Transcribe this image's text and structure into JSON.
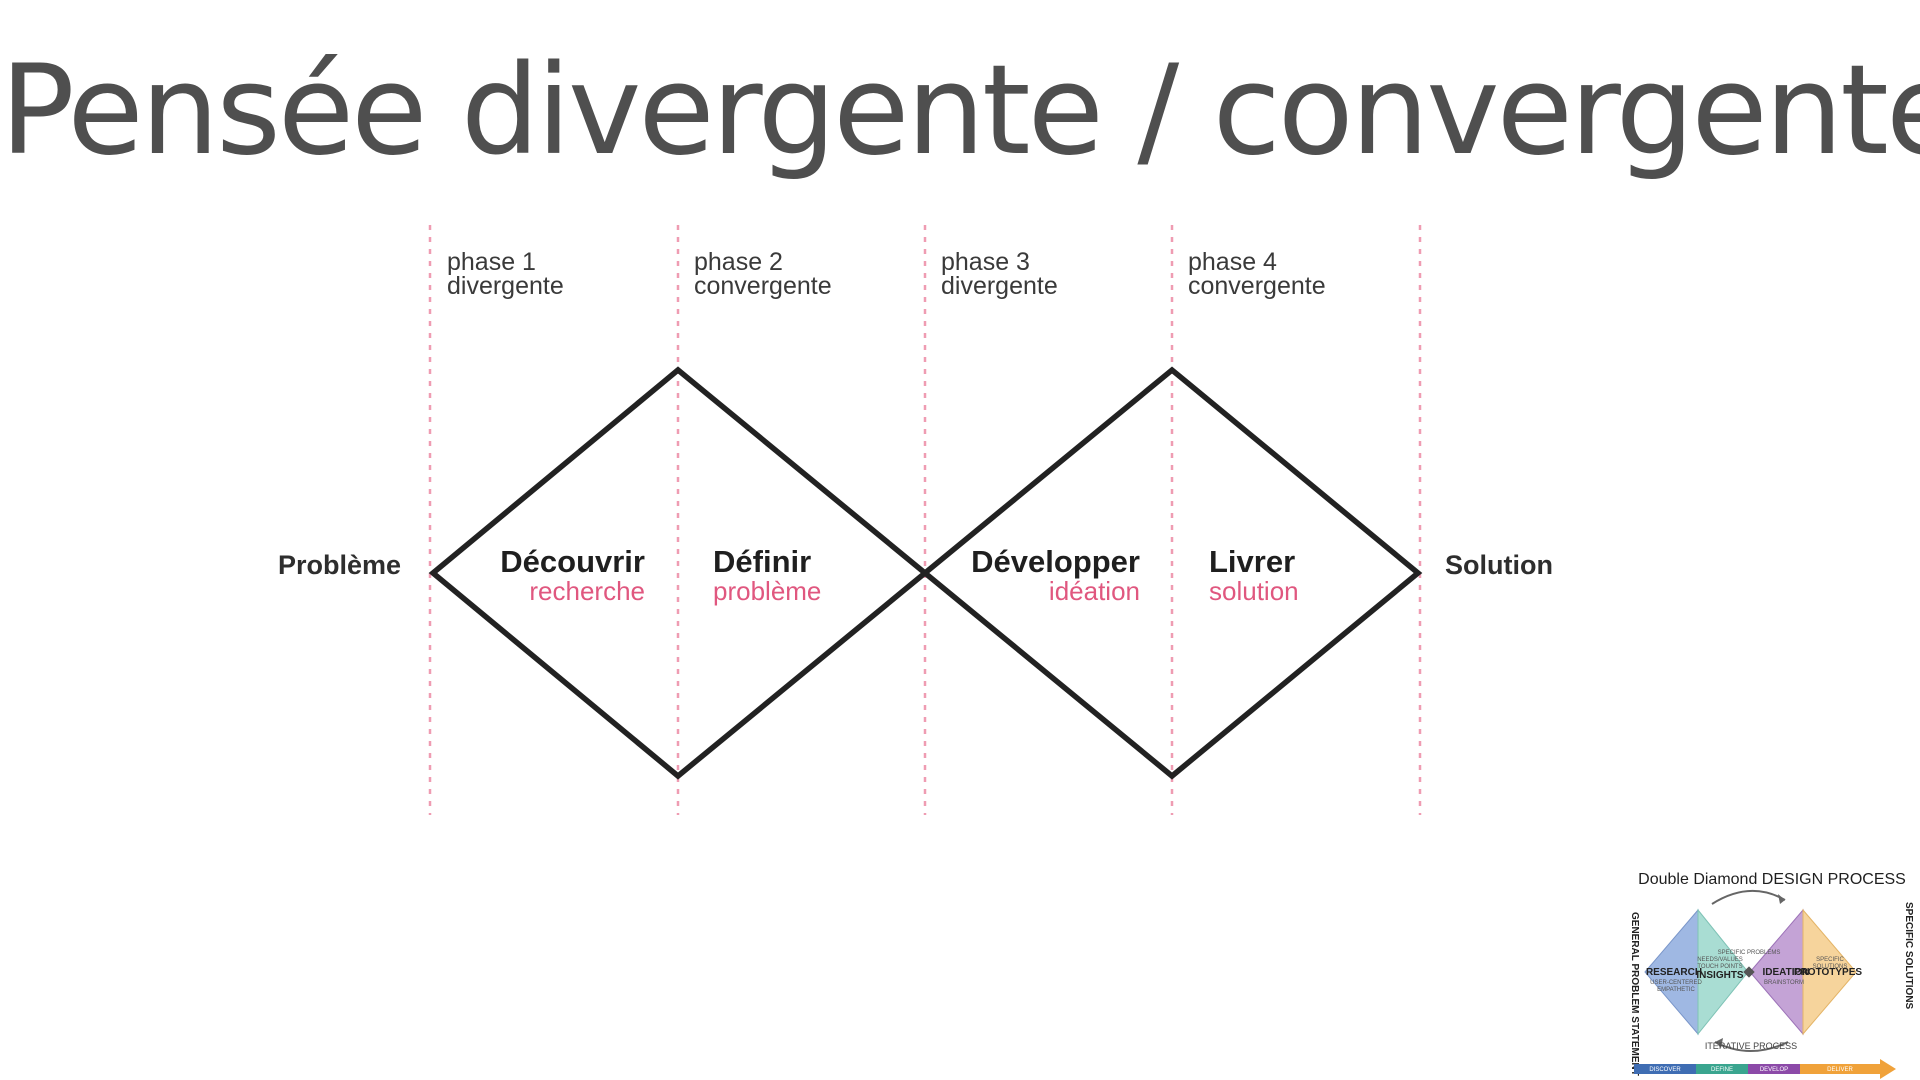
{
  "title": "Pensée divergente / convergente",
  "phases": [
    {
      "number": "phase 1",
      "type": "divergente"
    },
    {
      "number": "phase 2",
      "type": "convergente"
    },
    {
      "number": "phase 3",
      "type": "divergente"
    },
    {
      "number": "phase 4",
      "type": "convergente"
    }
  ],
  "endpoints": {
    "start": "Problème",
    "end": "Solution"
  },
  "steps": [
    {
      "name": "Découvrir",
      "sub": "recherche"
    },
    {
      "name": "Définir",
      "sub": "problème"
    },
    {
      "name": "Développer",
      "sub": "idéation"
    },
    {
      "name": "Livrer",
      "sub": "solution"
    }
  ],
  "colors": {
    "title": "#4f4f4f",
    "accent": "#e0577f",
    "divider": "#ef9cb2",
    "outline": "#222222",
    "discover": "#9fb8e3",
    "define": "#a9ddd3",
    "develop": "#c4a3d6",
    "deliver": "#f6d49c"
  },
  "thumbnail": {
    "title": "Double Diamond DESIGN PROCESS",
    "left_axis": "GENERAL PROBLEM STATEMENT",
    "right_axis": "SPECIFIC SOLUTIONS",
    "center_top": "SPECIFIC PROBLEMS",
    "sections": [
      {
        "label": "RESEARCH",
        "sub1": "USER-CENTERED",
        "sub2": "EMPATHETIC"
      },
      {
        "label": "INSIGHTS",
        "sub1": "NEEDS/VALUES",
        "sub2": "TOUCH POINTS"
      },
      {
        "label": "IDEATION",
        "sub1": "BRAINSTORM",
        "sub2": ""
      },
      {
        "label": "PROTOTYPES",
        "sub1": "SPECIFIC",
        "sub2": "SOLUTIONS"
      }
    ],
    "iterative": "ITERATIVE PROCESS",
    "bar_labels": [
      "DISCOVER",
      "DEFINE",
      "DEVELOP",
      "DELIVER"
    ]
  }
}
